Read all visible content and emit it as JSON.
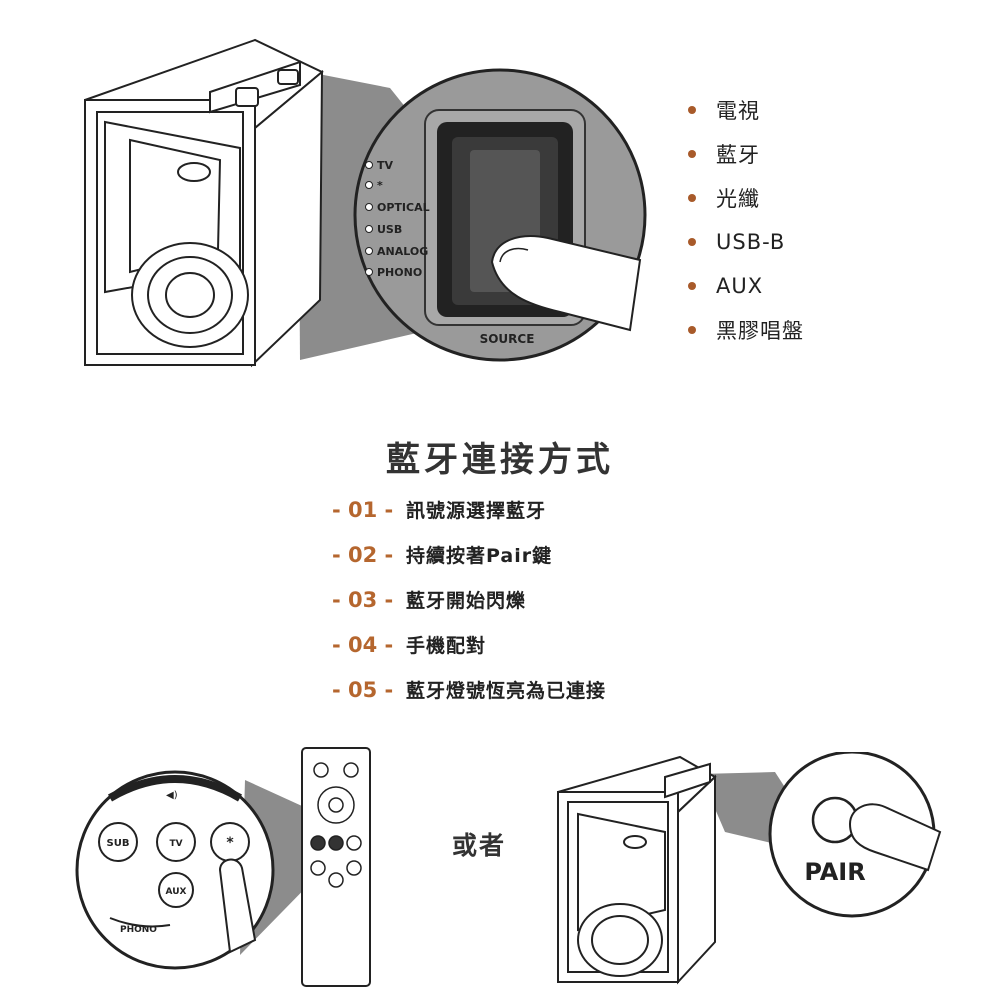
{
  "source_panel": {
    "indicators": [
      "TV",
      "*",
      "OPTICAL",
      "USB",
      "ANALOG",
      "PHONO"
    ],
    "button_label": "SOURCE"
  },
  "source_list": [
    "電視",
    "藍牙",
    "光纖",
    "USB-B",
    "AUX",
    "黑膠唱盤"
  ],
  "title": "藍牙連接方式",
  "steps": [
    {
      "num": "- 01 -",
      "text": "訊號源選擇藍牙"
    },
    {
      "num": "- 02 -",
      "text": "持續按著Pair鍵"
    },
    {
      "num": "- 03 -",
      "text": "藍牙開始閃爍"
    },
    {
      "num": "- 04 -",
      "text": "手機配對"
    },
    {
      "num": "- 05 -",
      "text": "藍牙燈號恆亮為已連接"
    }
  ],
  "remote_buttons": {
    "sub": "SUB",
    "tv": "TV",
    "aux": "AUX",
    "phono": "PHONO"
  },
  "or_text": "或者",
  "pair_label": "PAIR",
  "colors": {
    "accent": "#a85a2a",
    "step_number": "#b5662e",
    "text": "#222222"
  }
}
